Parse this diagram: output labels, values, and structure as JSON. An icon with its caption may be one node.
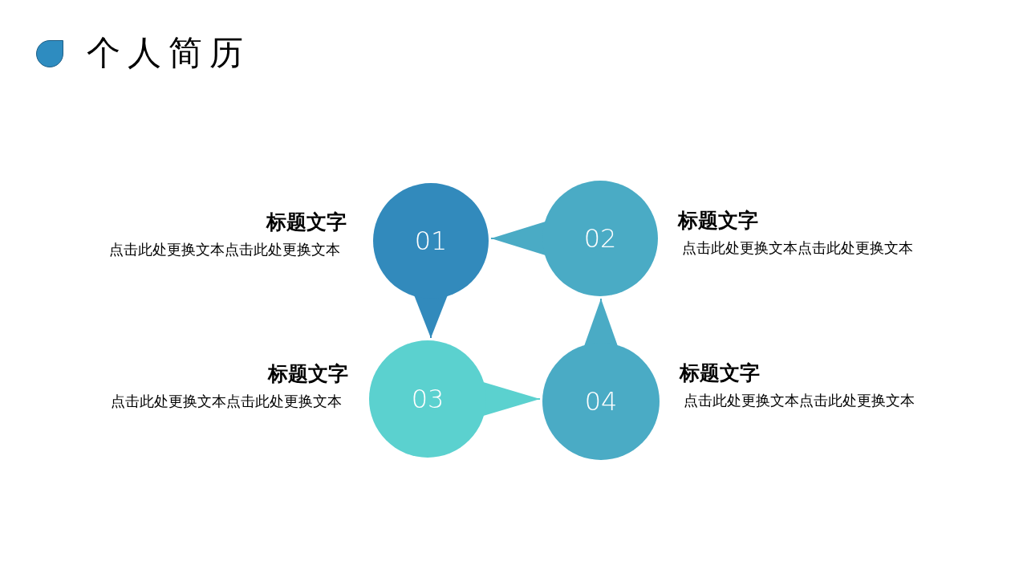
{
  "diagram": {
    "title": "个人简历",
    "nodes": [
      {
        "text": [
          "01"
        ],
        "beside": [
          "标题文字",
          "点击此处更换文本点击此处更换文本"
        ]
      },
      {
        "text": [
          "02"
        ],
        "beside": [
          "标题文字",
          "点击此处更换文本点击此处更换文本"
        ]
      },
      {
        "text": [
          "03"
        ],
        "beside": [
          "标题文字",
          "点击此处更换文本点击此处更换文本"
        ]
      },
      {
        "text": [
          "04"
        ],
        "beside": [
          "标题文字",
          "点击此处更换文本点击此处更换文本"
        ]
      }
    ],
    "edges": [
      {
        "from": 0,
        "to": 2,
        "arrow": "to",
        "color": "#328abc"
      },
      {
        "from": 1,
        "to": 0,
        "arrow": "to"
      },
      {
        "from": 2,
        "to": 3,
        "arrow": "to",
        "color": "#5bd1cf"
      },
      {
        "from": 3,
        "to": 1,
        "arrow": "to"
      }
    ]
  }
}
